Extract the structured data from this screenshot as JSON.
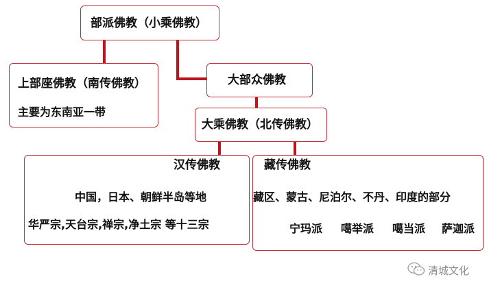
{
  "nodes": {
    "bupai": {
      "label": "部派佛教（小乘佛教）"
    },
    "shangbuzuo": {
      "label": "上部座佛教（南传佛教）",
      "note": "主要为东南亚一带"
    },
    "dabuzhong": {
      "label": "大部众佛教"
    },
    "dasheng": {
      "label": "大乘佛教（北传佛教）"
    },
    "hanchuan": {
      "label": "汉传佛教",
      "regions": "中国，日本、朝鲜半岛等地",
      "schools": "华严宗,天台宗,禅宗,净土宗 等十三宗"
    },
    "zangchuan": {
      "label": "藏传佛教",
      "regions": "藏区、蒙古、尼泊尔、不丹、印度的部分",
      "schools": [
        "宁玛派",
        "噶举派",
        "噶当派",
        "萨迦派"
      ]
    }
  },
  "watermark": {
    "text": "清城文化",
    "icon": "wechat-icon"
  },
  "colors": {
    "border": "#c0303c",
    "connector": "#c0141c",
    "text": "#111111"
  }
}
